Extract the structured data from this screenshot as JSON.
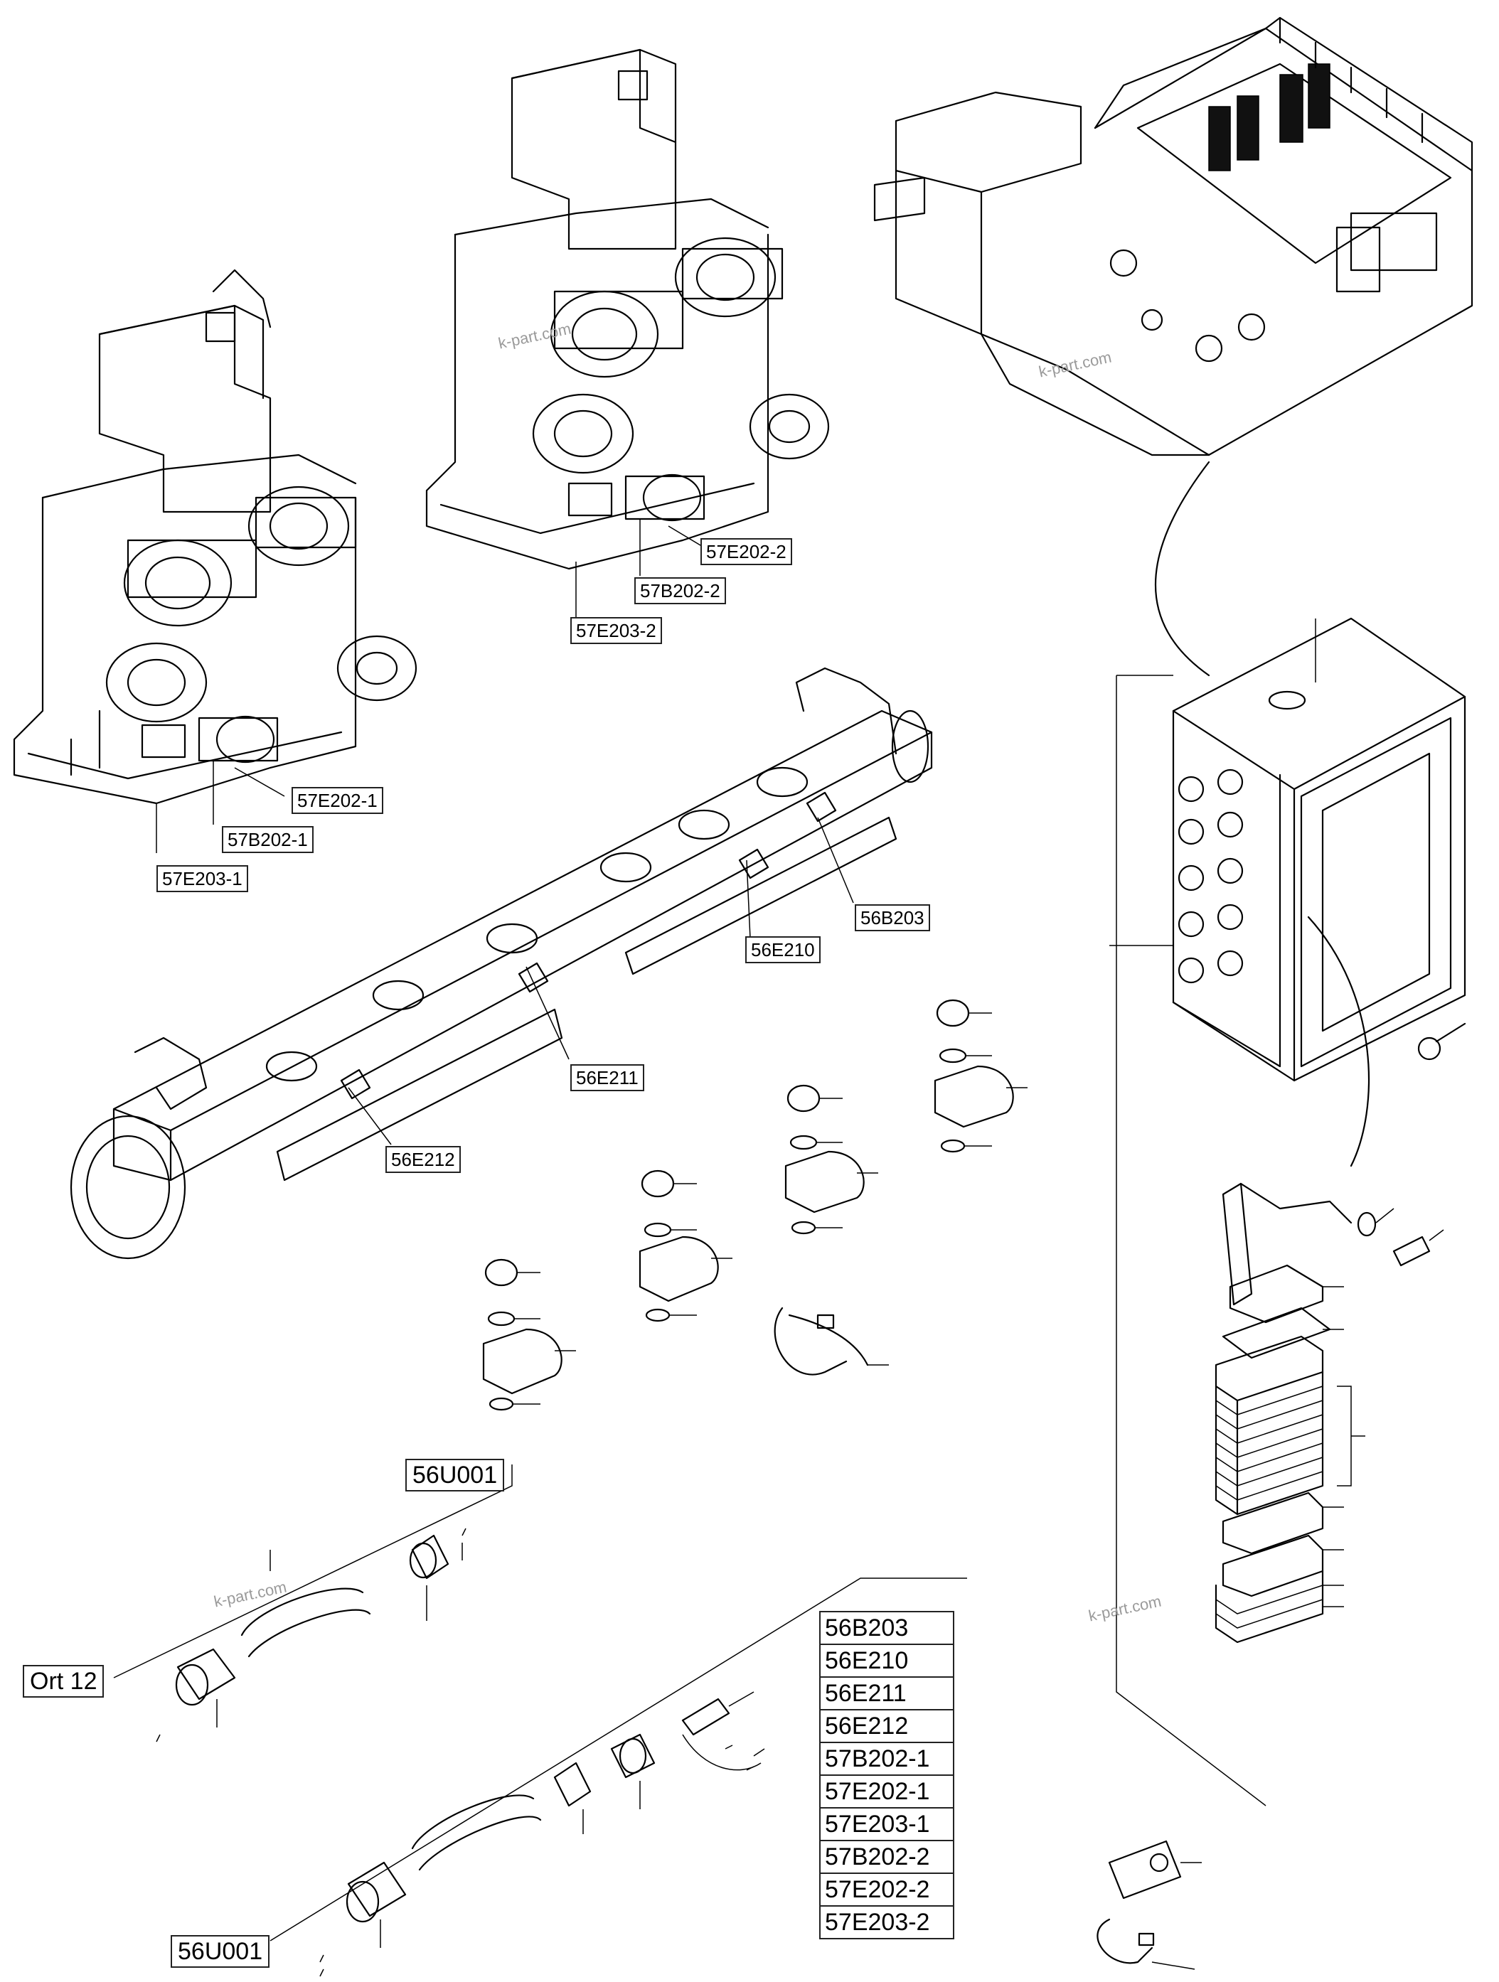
{
  "watermarks": [
    "k-part.com",
    "k-part.com",
    "k-part.com",
    "k-part.com"
  ],
  "callouts": {
    "c57E202_2": "57E202-2",
    "c57B202_2": "57B202-2",
    "c57E203_2": "57E203-2",
    "c57E202_1": "57E202-1",
    "c57B202_1": "57B202-1",
    "c57E203_1": "57E203-1",
    "c56B203": "56B203",
    "c56E210": "56E210",
    "c56E211": "56E211",
    "c56E212": "56E212",
    "c56U001_top": "56U001",
    "cOrt12": "Ort 12",
    "c56U001_bottom": "56U001"
  },
  "legend": [
    "56B203",
    "56E210",
    "56E211",
    "56E212",
    "57B202-1",
    "57E202-1",
    "57E203-1",
    "57B202-2",
    "57E202-2",
    "57E203-2"
  ]
}
